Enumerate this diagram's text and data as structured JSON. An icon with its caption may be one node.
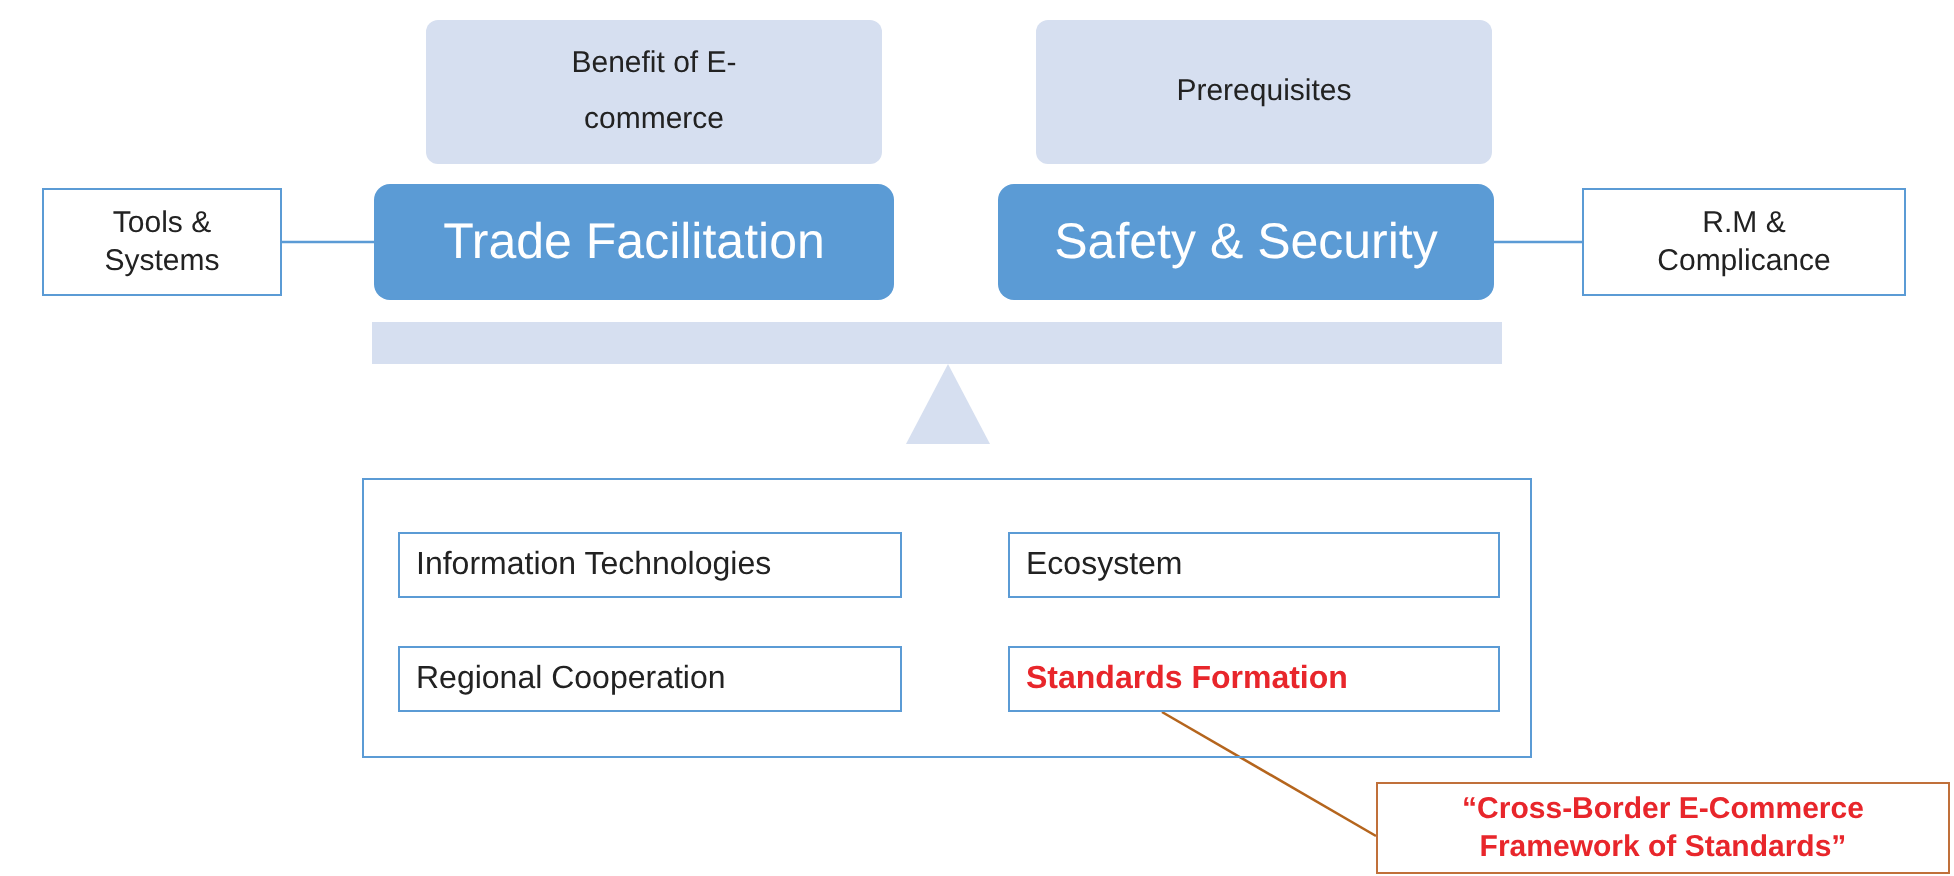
{
  "diagram": {
    "nodes": [
      {
        "text": [
          "Benefit of E-commerce"
        ]
      },
      {
        "text": [
          "Prerequisites"
        ]
      },
      {
        "text": [
          "Tools & Systems"
        ]
      },
      {
        "text": [
          "Trade Facilitation"
        ]
      },
      {
        "text": [
          "Safety & Security"
        ]
      },
      {
        "text": [
          "R.M & Complicance"
        ]
      },
      {
        "text": [],
        "shape": "box"
      },
      {
        "text": [
          "Information Technologies"
        ],
        "in": 6
      },
      {
        "text": [
          "Ecosystem"
        ],
        "in": 6
      },
      {
        "text": [
          "Regional Cooperation"
        ],
        "in": 6
      },
      {
        "text": [
          "Standards Formation"
        ],
        "in": 6
      },
      {
        "text": [
          "“Cross-Border E-Commerce Framework of Standards”"
        ]
      }
    ],
    "edges": [
      {
        "from": 2,
        "to": 3,
        "arrow": "none"
      },
      {
        "from": 4,
        "to": 5,
        "arrow": "none"
      },
      {
        "from": 11,
        "to": 10,
        "arrow": "none",
        "color": "#b5651d"
      }
    ]
  }
}
